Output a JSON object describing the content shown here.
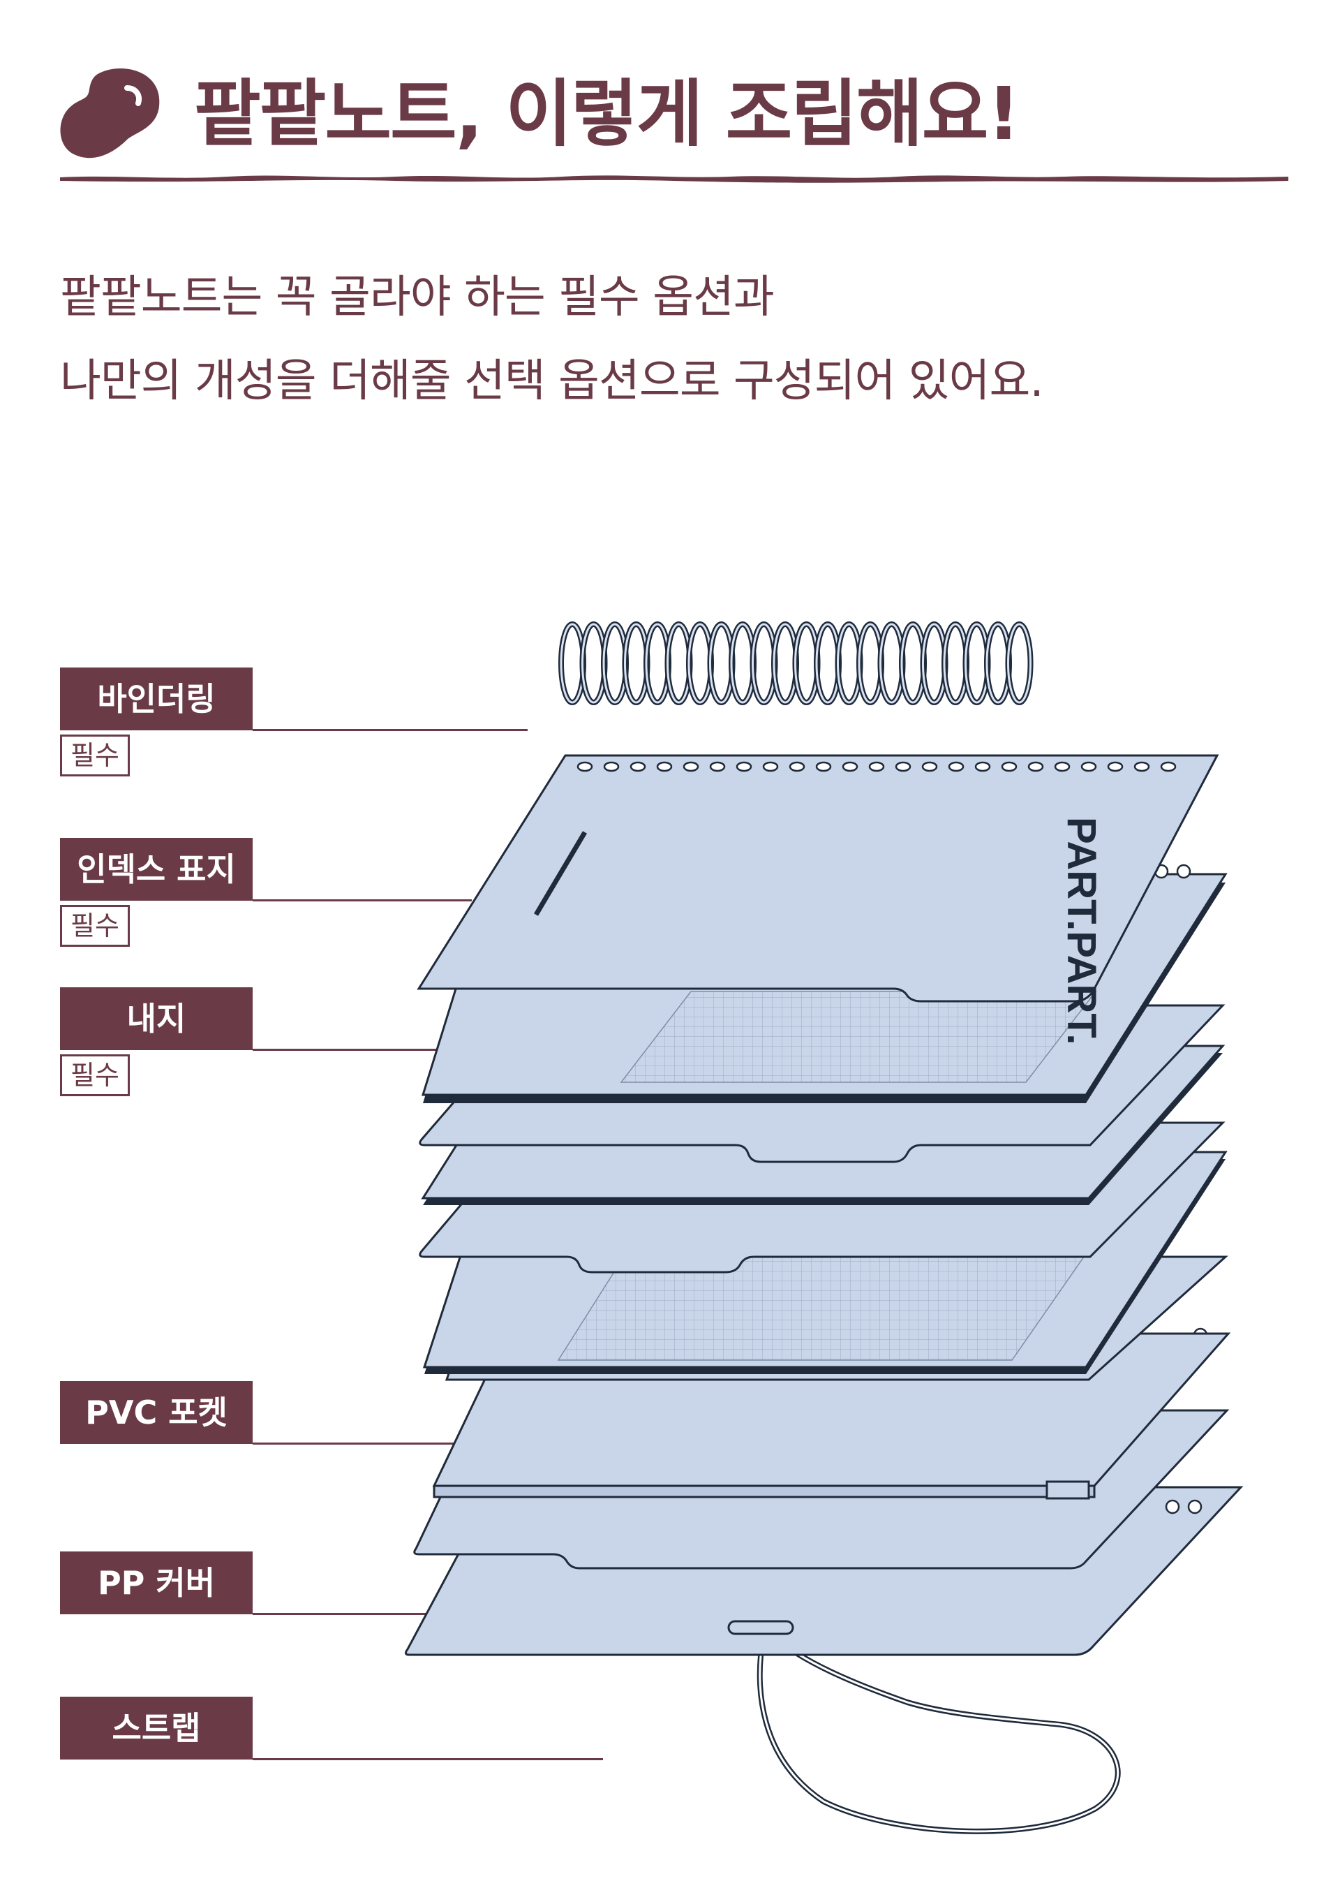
{
  "header": {
    "title": "팥팥노트, 이렇게 조립해요!",
    "icon": "bean-icon"
  },
  "intro": {
    "line1": "팥팥노트는 꼭 골라야 하는 필수 옵션과",
    "line2": "나만의 개성을 더해줄 선택 옵션으로 구성되어 있어요."
  },
  "components": [
    {
      "label": "바인더링",
      "badge": "필수"
    },
    {
      "label": "인덱스 표지",
      "badge": "필수"
    },
    {
      "label": "내지",
      "badge": "필수"
    },
    {
      "label": "PVC 포켓"
    },
    {
      "label": "PP 커버"
    },
    {
      "label": "스트랩"
    }
  ],
  "diagram": {
    "cover_brand": "PART.PART."
  },
  "colors": {
    "brand": "#6a3b47",
    "sheet": "#c9d6ea",
    "outline": "#1f2a3a",
    "background": "#ffffff"
  }
}
